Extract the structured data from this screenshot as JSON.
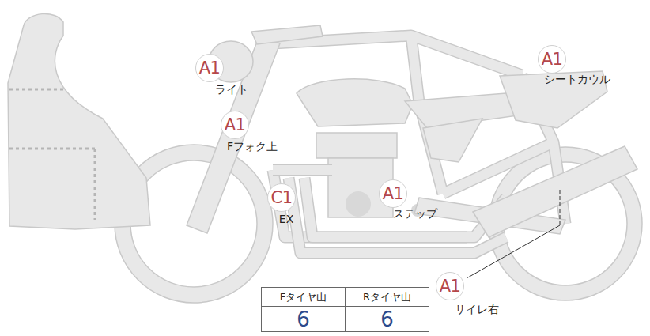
{
  "diagram": {
    "nodes": [
      {
        "text": [
          "A1",
          "ライト"
        ]
      },
      {
        "text": [
          "A1",
          "シートカウル"
        ]
      },
      {
        "text": [
          "A1",
          "Fフォク上"
        ]
      },
      {
        "text": [
          "C1",
          "EX"
        ]
      },
      {
        "text": [
          "A1",
          "ステップ"
        ]
      },
      {
        "text": [
          "A1",
          "サイレ右"
        ]
      }
    ],
    "labels": [
      "Fタイヤ山",
      "Rタイヤ山",
      "6",
      "6"
    ]
  }
}
